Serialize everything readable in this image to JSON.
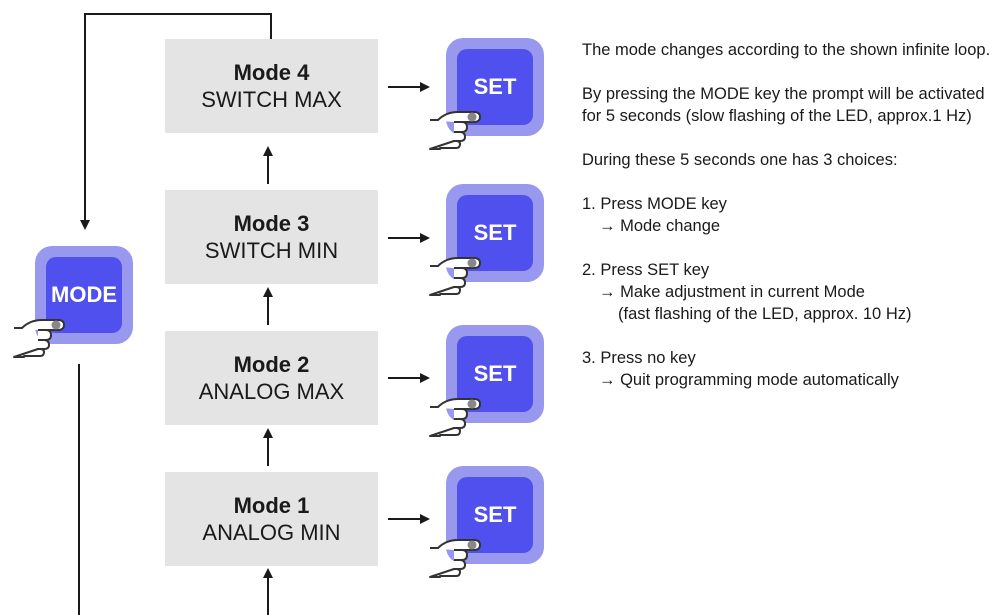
{
  "modes": [
    {
      "title": "Mode 4",
      "subtitle": "SWITCH MAX"
    },
    {
      "title": "Mode 3",
      "subtitle": "SWITCH MIN"
    },
    {
      "title": "Mode 2",
      "subtitle": "ANALOG MAX"
    },
    {
      "title": "Mode 1",
      "subtitle": "ANALOG MIN"
    }
  ],
  "keys": {
    "set_label": "SET",
    "mode_label": "MODE"
  },
  "description": {
    "intro_1": "The mode changes according to the shown infinite loop.",
    "intro_2": "By pressing the MODE key the prompt will be activated for 5 seconds (slow flashing of the LED, approx.1 Hz)",
    "intro_3": "During these 5 seconds one has 3 choices:",
    "choices": [
      {
        "action": "1. Press MODE key",
        "result": "→ Mode change"
      },
      {
        "action": "2. Press SET key",
        "result": "→ Make adjustment in current Mode",
        "detail": "(fast flashing of the LED, approx. 10 Hz)"
      },
      {
        "action": "3. Press no key",
        "result": "→ Quit programming mode automatically"
      }
    ]
  },
  "colors": {
    "key_outer": "#9898ee",
    "key_face": "#5050ee",
    "mode_box": "#e4e4e4",
    "line": "#1a1a1a"
  },
  "icons": [
    "pointing-hand-icon",
    "arrow-right-icon",
    "arrow-up-icon",
    "arrow-down-icon"
  ]
}
